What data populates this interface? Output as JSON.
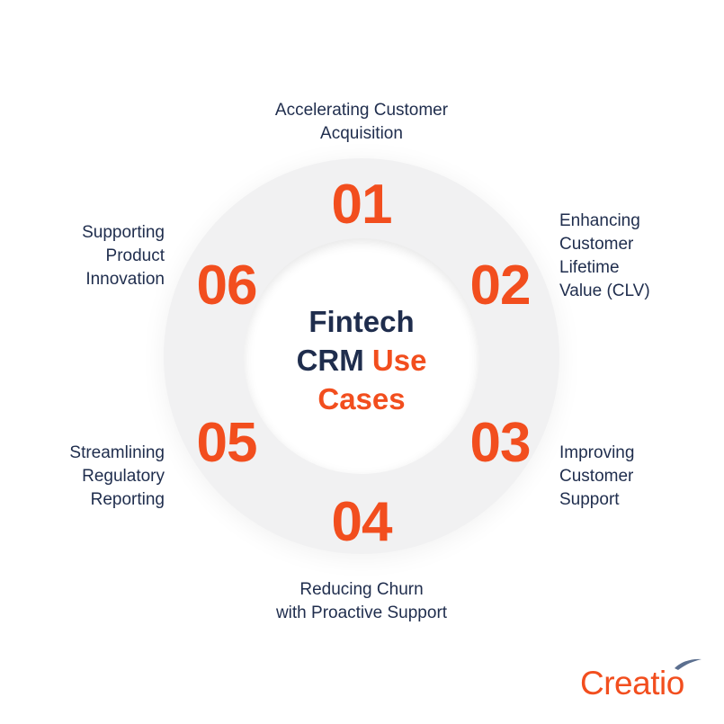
{
  "title": {
    "line1": "Fintech",
    "line2_main": "CRM",
    "line2_accent": "Use",
    "line3": "Cases"
  },
  "items": [
    {
      "number": "01",
      "label_lines": [
        "Accelerating Customer",
        "Acquisition"
      ]
    },
    {
      "number": "02",
      "label_lines": [
        "Enhancing",
        "Customer",
        "Lifetime",
        "Value (CLV)"
      ]
    },
    {
      "number": "03",
      "label_lines": [
        "Improving",
        "Customer",
        "Support"
      ]
    },
    {
      "number": "04",
      "label_lines": [
        "Reducing Churn",
        "with Proactive Support"
      ]
    },
    {
      "number": "05",
      "label_lines": [
        "Streamlining",
        "Regulatory",
        "Reporting"
      ]
    },
    {
      "number": "06",
      "label_lines": [
        "Supporting",
        "Product",
        "Innovation"
      ]
    }
  ],
  "logo": {
    "text": "Creatio"
  },
  "colors": {
    "accent": "#f24e1e",
    "text": "#1f2d4d",
    "ring": "#f1f1f2"
  }
}
